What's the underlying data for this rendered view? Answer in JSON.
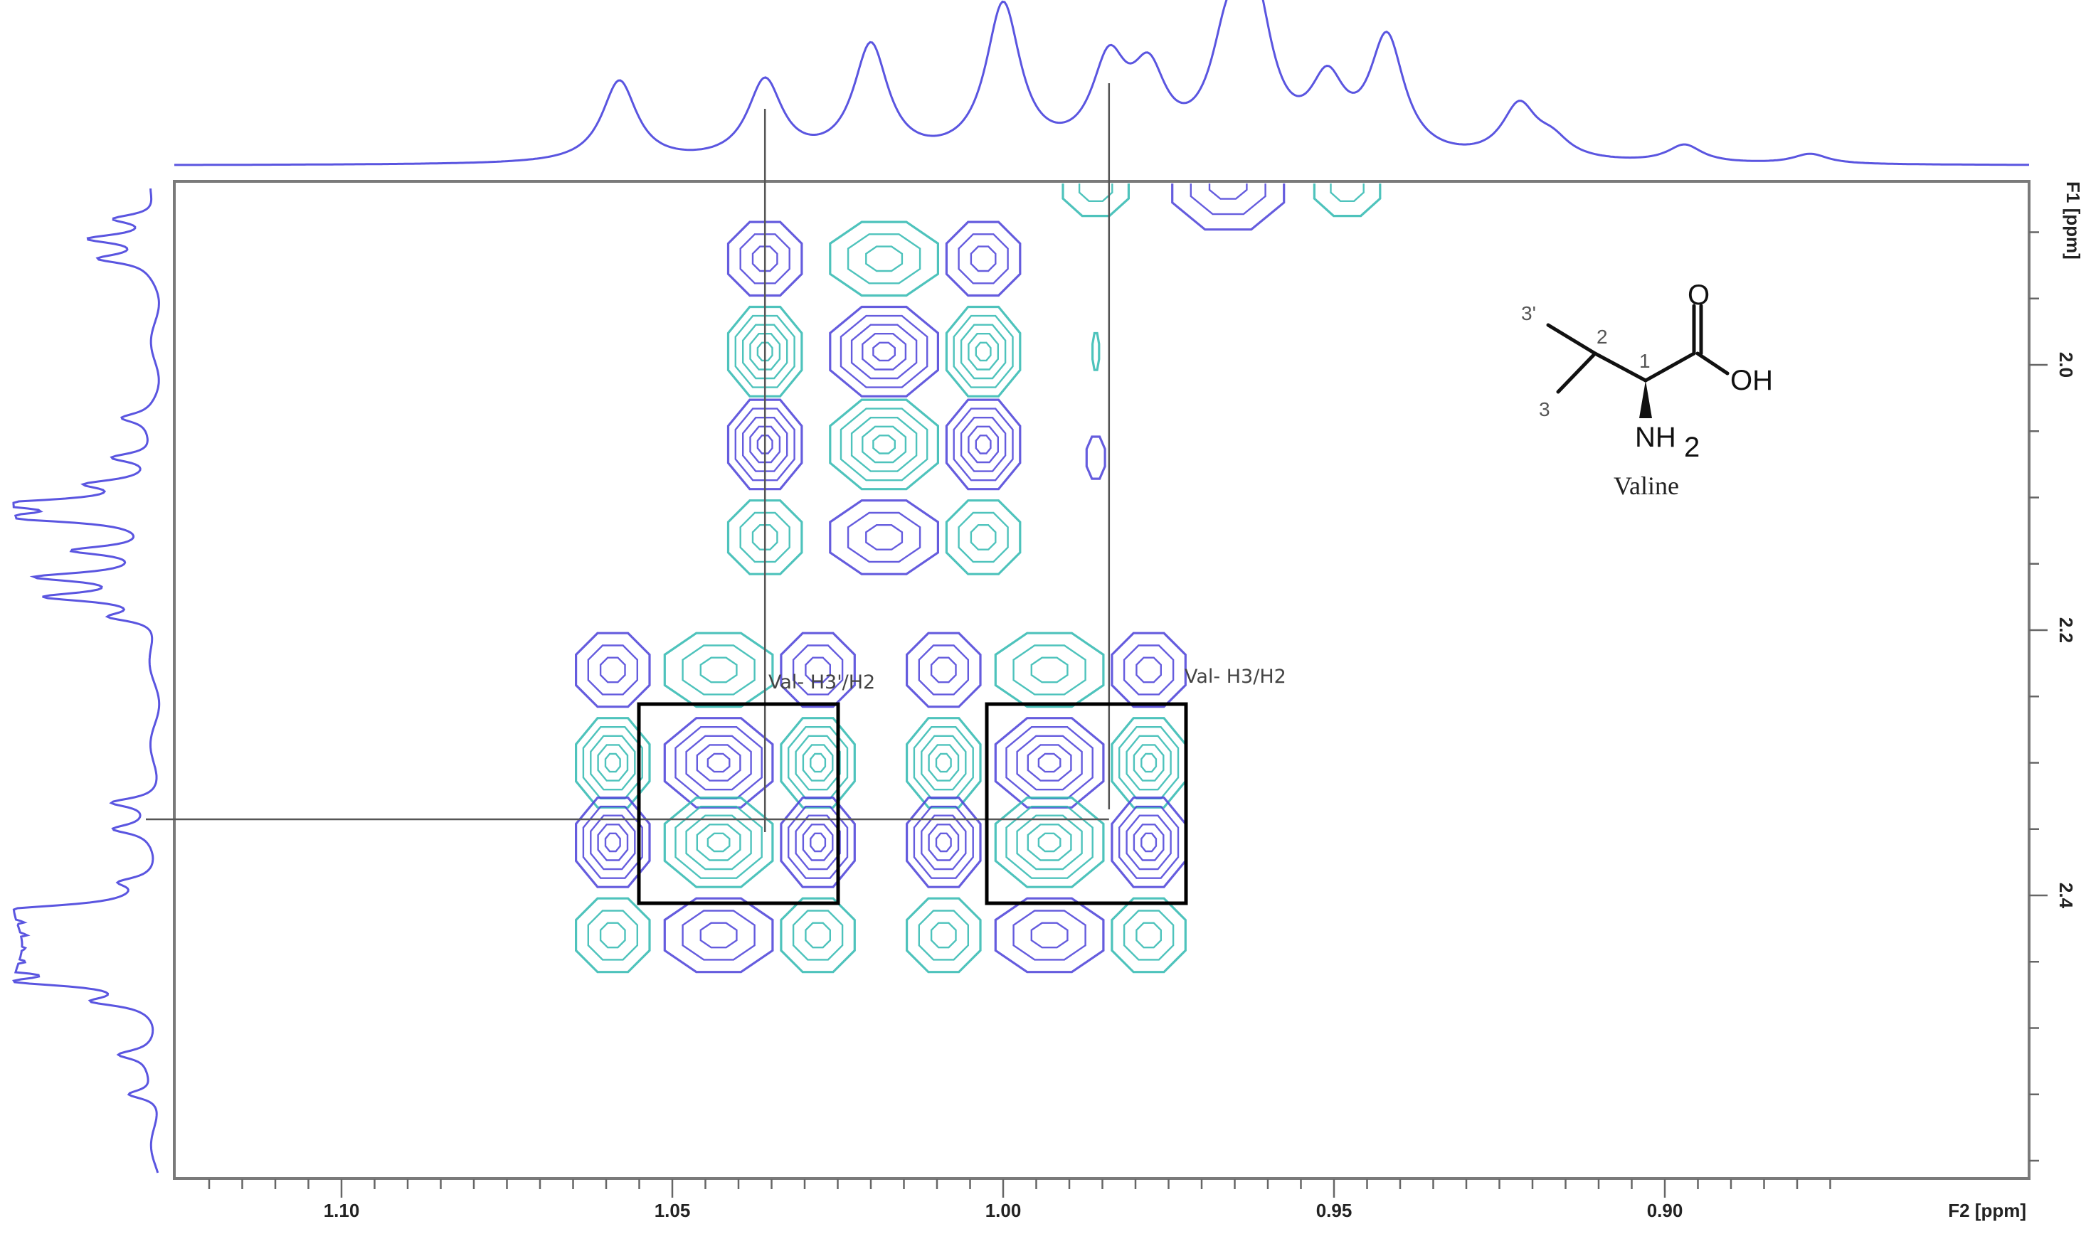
{
  "chart_data": {
    "type": "heatmap",
    "subtype": "2D NMR contour plot (COSY-type) with 1D projections",
    "title": "",
    "xlabel": "F2 [ppm]",
    "ylabel": "F1 [ppm]",
    "x_axis": {
      "label": "F2 [ppm]",
      "reversed": true,
      "range": [
        1.125,
        0.875
      ],
      "major_ticks": [
        1.1,
        1.05,
        1.0,
        0.95,
        0.9
      ],
      "tick_labels": [
        "1.10",
        "1.05",
        "1.00",
        "0.95",
        "0.90"
      ],
      "minor_tick_step": 0.005
    },
    "y_axis": {
      "label": "F1 [ppm]",
      "position": "right",
      "range": [
        1.86,
        2.61
      ],
      "major_ticks": [
        2.0,
        2.2,
        2.4
      ],
      "tick_labels": [
        "2.0",
        "2.2",
        "2.4"
      ],
      "minor_tick_step": 0.05
    },
    "contour_colors": {
      "positive": "#4a3fd8",
      "negative": "#2fb8b0"
    },
    "projection_color": "#5a55e0",
    "cross_peak_groups": [
      {
        "name": "upper multiplet",
        "center_f2": 1.018,
        "center_f1": 2.02,
        "grid_cols_f2": [
          1.036,
          1.018,
          1.003
        ],
        "grid_rows_f1": [
          1.92,
          1.99,
          2.06,
          2.13
        ],
        "sign_pattern": [
          [
            "+",
            "-",
            "+"
          ],
          [
            "-",
            "+",
            "-"
          ],
          [
            "+",
            "-",
            "+"
          ],
          [
            "-",
            "+",
            "-"
          ]
        ]
      },
      {
        "name": "Val- H3'/H2",
        "center_f2": 1.043,
        "center_f1": 2.33,
        "grid_cols_f2": [
          1.059,
          1.043,
          1.028
        ],
        "grid_rows_f1": [
          2.23,
          2.3,
          2.36,
          2.43
        ],
        "sign_pattern": [
          [
            "+",
            "-",
            "+"
          ],
          [
            "-",
            "+",
            "-"
          ],
          [
            "+",
            "-",
            "+"
          ],
          [
            "-",
            "+",
            "-"
          ]
        ],
        "boxed": true
      },
      {
        "name": "Val- H3/H2",
        "center_f2": 0.993,
        "center_f1": 2.33,
        "grid_cols_f2": [
          1.009,
          0.993,
          0.978
        ],
        "grid_rows_f1": [
          2.23,
          2.3,
          2.36,
          2.43
        ],
        "sign_pattern": [
          [
            "+",
            "-",
            "+"
          ],
          [
            "-",
            "+",
            "-"
          ],
          [
            "+",
            "-",
            "+"
          ],
          [
            "-",
            "+",
            "-"
          ]
        ],
        "boxed": true
      }
    ],
    "annotations": [
      {
        "text": "Val- H3'/H2",
        "f2": 1.034,
        "f1": 2.27
      },
      {
        "text": "Val- H3/H2",
        "f2": 0.975,
        "f1": 2.27
      }
    ],
    "crosshairs": {
      "vertical_f2": [
        1.036,
        0.984
      ],
      "horizontal_f1": 2.34
    },
    "top_projection_peaks_f2": [
      1.058,
      1.036,
      1.02,
      1.0,
      0.984,
      0.978,
      0.966,
      0.962,
      0.951,
      0.942,
      0.922,
      0.917,
      0.897,
      0.878
    ],
    "left_projection": "F1 1D spectrum with multiplets near 1.9, 2.1-2.15, 2.4-2.45 ppm"
  },
  "molecule": {
    "name": "Valine",
    "labels": {
      "c3p": "3'",
      "c2": "2",
      "c1": "1",
      "c3": "3"
    },
    "atoms": {
      "oxygen": "O",
      "hydroxyl": "OH",
      "amine": "NH",
      "amine_sub": "2"
    }
  }
}
